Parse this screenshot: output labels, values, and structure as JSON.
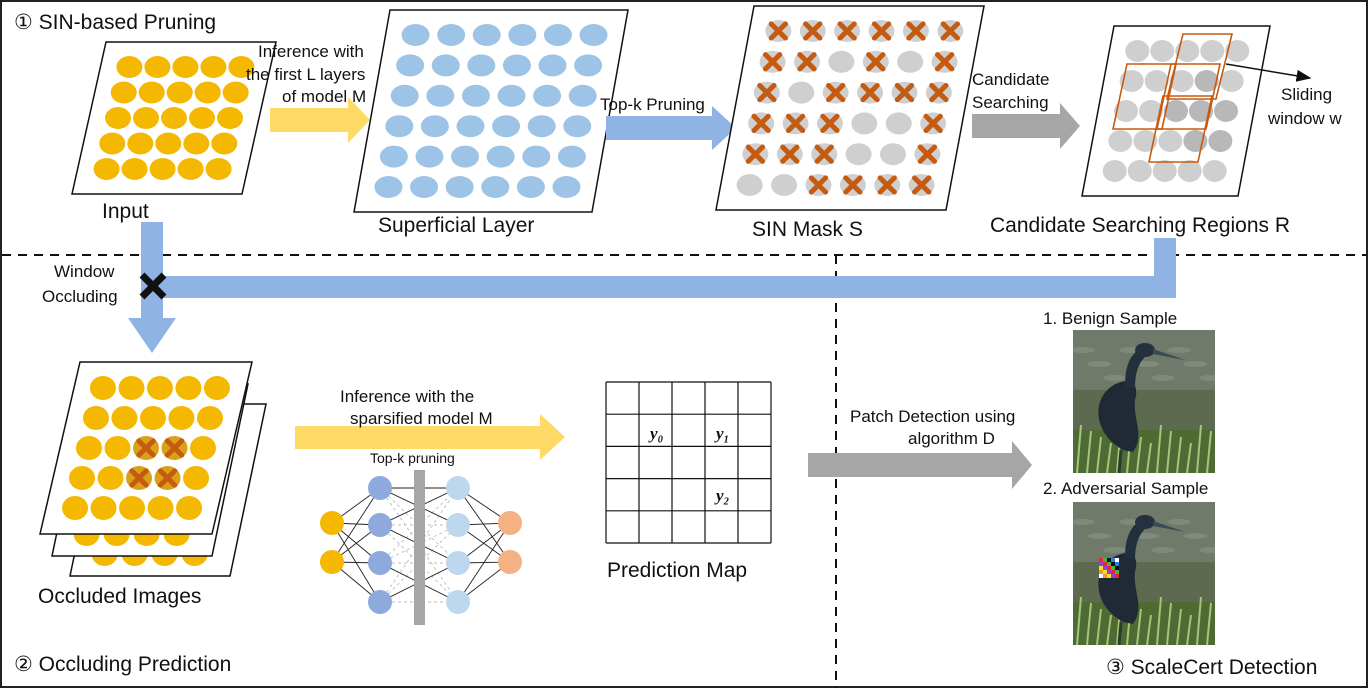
{
  "sections": {
    "sin_pruning": "① SIN-based Pruning",
    "occluding_prediction": "② Occluding Prediction",
    "scalecert_detection": "③ ScaleCert Detection"
  },
  "labels": {
    "input": "Input",
    "superficial_layer": "Superficial Layer",
    "sin_mask": "SIN Mask",
    "sin_mask_symbol": "S",
    "candidate_regions": "Candidate Searching Regions",
    "candidate_regions_symbol": "R",
    "sliding_window_line1": "Sliding",
    "sliding_window_line2": "window w",
    "occluded_images": "Occluded Images",
    "prediction_map": "Prediction Map",
    "topk_pruning_small": "Top-k pruning",
    "benign_sample": "1.  Benign Sample",
    "adversarial_sample": "2. Adversarial Sample",
    "window_occluding_line1": "Window",
    "window_occluding_line2": "Occluding"
  },
  "arrows": {
    "inference_first_l_line1": "Inference with",
    "inference_first_l_line2": "the first L layers",
    "inference_first_l_line3": "of model",
    "inference_first_l_symbol": "M",
    "topk_pruning": "Top-k Pruning",
    "candidate_searching_line1": "Candidate",
    "candidate_searching_line2": "Searching",
    "inference_sparsified_line1": "Inference with the",
    "inference_sparsified_line2": "sparsified model",
    "inference_sparsified_symbol": "M",
    "patch_detection_line1": "Patch Detection using",
    "patch_detection_line2": "algorithm",
    "patch_detection_symbol": "D"
  },
  "prediction_map_cells": {
    "y0": "y₀",
    "y1": "y₁",
    "y2": "y₂"
  },
  "colors": {
    "yellow_dot": "#F5B800",
    "blue_dot": "#9DC3E6",
    "grey_dot": "#CFCFCF",
    "cross": "#C55A11",
    "yellow_arrow": "#FFD966",
    "blue_arrow": "#8FB4E3",
    "grey_arrow": "#A6A6A6"
  }
}
